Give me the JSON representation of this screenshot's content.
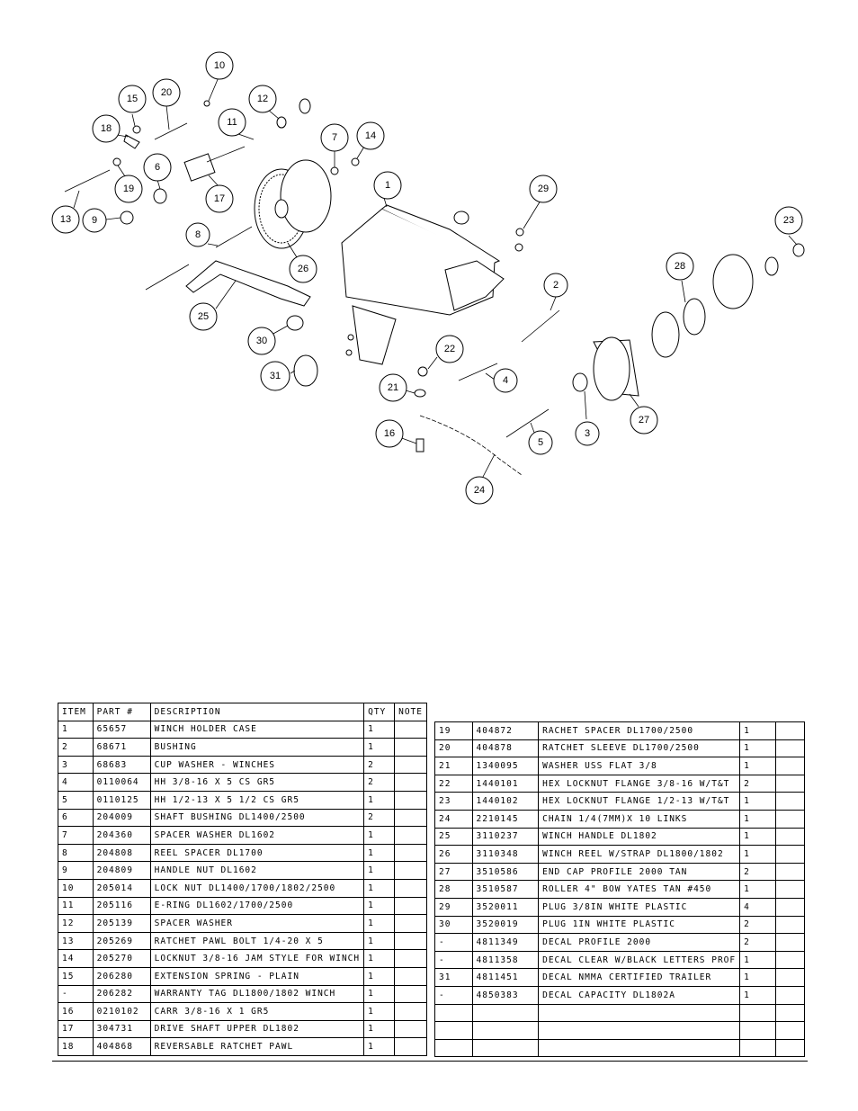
{
  "diagram": {
    "callouts": [
      "10",
      "15",
      "20",
      "12",
      "18",
      "11",
      "7",
      "14",
      "6",
      "19",
      "1",
      "29",
      "17",
      "13",
      "9",
      "23",
      "8",
      "28",
      "26",
      "2",
      "25",
      "22",
      "30",
      "4",
      "31",
      "21",
      "27",
      "3",
      "16",
      "5",
      "24"
    ]
  },
  "table": {
    "headers": [
      "ITEM",
      "PART #",
      "DESCRIPTION",
      "QTY",
      "NOTE"
    ],
    "left_rows": [
      [
        "1",
        "65657",
        "WINCH HOLDER CASE",
        "1",
        ""
      ],
      [
        "2",
        "68671",
        "BUSHING",
        "1",
        ""
      ],
      [
        "3",
        "68683",
        "CUP WASHER - WINCHES",
        "2",
        ""
      ],
      [
        "4",
        "0110064",
        "HH 3/8-16 X 5 CS GR5",
        "2",
        ""
      ],
      [
        "5",
        "0110125",
        "HH 1/2-13 X 5 1/2 CS GR5",
        "1",
        ""
      ],
      [
        "6",
        "204009",
        "SHAFT BUSHING  DL1400/2500",
        "2",
        ""
      ],
      [
        "7",
        "204360",
        "SPACER WASHER  DL1602",
        "1",
        ""
      ],
      [
        "8",
        "204808",
        "REEL SPACER  DL1700",
        "1",
        ""
      ],
      [
        "9",
        "204809",
        "HANDLE NUT  DL1602",
        "1",
        ""
      ],
      [
        "10",
        "205014",
        "LOCK NUT  DL1400/1700/1802/2500",
        "1",
        ""
      ],
      [
        "11",
        "205116",
        "E-RING DL1602/1700/2500",
        "1",
        ""
      ],
      [
        "12",
        "205139",
        "SPACER WASHER",
        "1",
        ""
      ],
      [
        "13",
        "205269",
        "RATCHET PAWL BOLT 1/4-20 X 5",
        "1",
        ""
      ],
      [
        "14",
        "205270",
        "LOCKNUT 3/8-16 JAM STYLE FOR WINCH",
        "1",
        ""
      ],
      [
        "15",
        "206280",
        "EXTENSION SPRING - PLAIN",
        "1",
        ""
      ],
      [
        "-",
        "206282",
        "WARRANTY TAG DL1800/1802 WINCH",
        "1",
        ""
      ],
      [
        "16",
        "0210102",
        "CARR 3/8-16 X 1 GR5",
        "1",
        ""
      ],
      [
        "17",
        "304731",
        "DRIVE SHAFT UPPER  DL1802",
        "1",
        ""
      ],
      [
        "18",
        "404868",
        "REVERSABLE RATCHET PAWL",
        "1",
        ""
      ]
    ],
    "right_rows": [
      [
        "19",
        "404872",
        "RACHET SPACER  DL1700/2500",
        "1",
        ""
      ],
      [
        "20",
        "404878",
        "RATCHET SLEEVE  DL1700/2500",
        "1",
        ""
      ],
      [
        "21",
        "1340095",
        "WASHER USS FLAT 3/8",
        "1",
        ""
      ],
      [
        "22",
        "1440101",
        "HEX LOCKNUT FLANGE 3/8-16 W/T&T",
        "2",
        ""
      ],
      [
        "23",
        "1440102",
        "HEX LOCKNUT FLANGE 1/2-13 W/T&T",
        "1",
        ""
      ],
      [
        "24",
        "2210145",
        "CHAIN 1/4(7MM)X 10 LINKS",
        "1",
        ""
      ],
      [
        "25",
        "3110237",
        "WINCH HANDLE  DL1802",
        "1",
        ""
      ],
      [
        "26",
        "3110348",
        "WINCH REEL W/STRAP  DL1800/1802",
        "1",
        ""
      ],
      [
        "27",
        "3510586",
        "END CAP PROFILE 2000 TAN",
        "2",
        ""
      ],
      [
        "28",
        "3510587",
        "ROLLER 4\" BOW YATES TAN #450",
        "1",
        ""
      ],
      [
        "29",
        "3520011",
        "PLUG  3/8IN WHITE PLASTIC",
        "4",
        ""
      ],
      [
        "30",
        "3520019",
        "PLUG  1IN WHITE PLASTIC",
        "2",
        ""
      ],
      [
        "-",
        "4811349",
        "DECAL PROFILE 2000",
        "2",
        ""
      ],
      [
        "-",
        "4811358",
        "DECAL CLEAR W/BLACK LETTERS PROF",
        "1",
        ""
      ],
      [
        "31",
        "4811451",
        " DECAL NMMA CERTIFIED TRAILER",
        "1",
        ""
      ],
      [
        "-",
        "4850383",
        "DECAL CAPACITY DL1802A",
        "1",
        ""
      ],
      [
        "",
        "",
        "",
        "",
        ""
      ],
      [
        "",
        "",
        "",
        "",
        ""
      ],
      [
        "",
        "",
        "",
        "",
        ""
      ]
    ]
  }
}
